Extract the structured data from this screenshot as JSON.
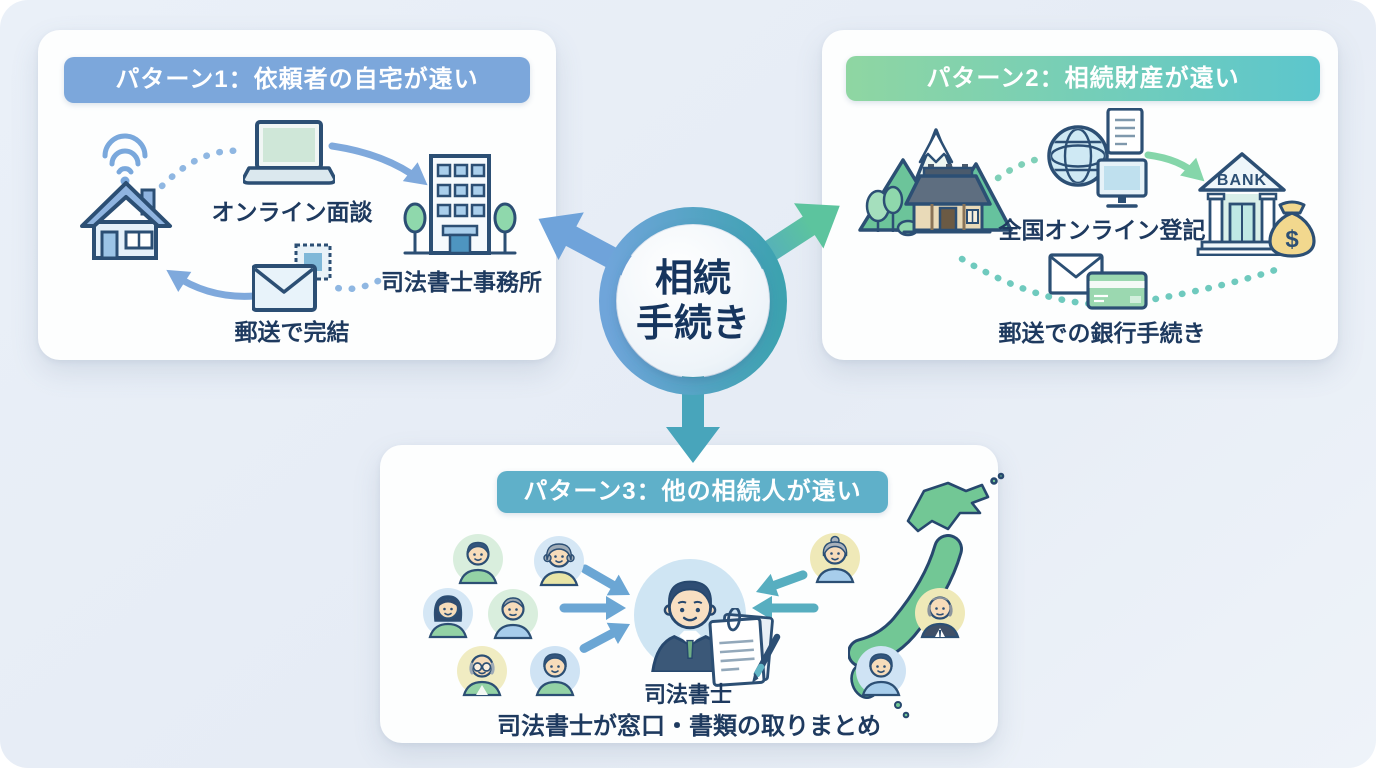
{
  "hub": {
    "line1": "相続",
    "line2": "手続き"
  },
  "pattern1": {
    "title": "パターン1：依頼者の自宅が遠い",
    "label_online_meeting": "オンライン面談",
    "label_office": "司法書士事務所",
    "label_mail_complete": "郵送で完結"
  },
  "pattern2": {
    "title": "パターン2：相続財産が遠い",
    "label_online_registry": "全国オンライン登記",
    "label_bank_mail": "郵送での銀行手続き",
    "bank_sign": "BANK",
    "money_symbol": "$"
  },
  "pattern3": {
    "title": "パターン3：他の相続人が遠い",
    "label_scrivener": "司法書士",
    "label_summary": "司法書士が窓口・書類の取りまとめ"
  },
  "colors": {
    "header1_blue": "#7ca7db",
    "header2_green": "#8fd6a2",
    "header2_teal": "#5cc6cd",
    "header3_teal": "#5fb0c9",
    "text_navy": "#1e3a5f",
    "arrow_blue": "#6fa3da",
    "arrow_teal": "#48a5bb",
    "arrow_green": "#85d6aa",
    "panel_bg": "#fdfefe",
    "page_bg": "#e9eef6"
  },
  "icons": [
    "wifi-icon",
    "house-icon",
    "laptop-icon",
    "office-building-icon",
    "envelope-stamp-icon",
    "mountain-village-icon",
    "globe-monitor-document-icon",
    "bank-icon",
    "money-bag-icon",
    "envelope-credit-card-icon",
    "heir-avatar-icons",
    "scrivener-avatar-icon",
    "document-pen-icon",
    "japan-map-icon"
  ]
}
